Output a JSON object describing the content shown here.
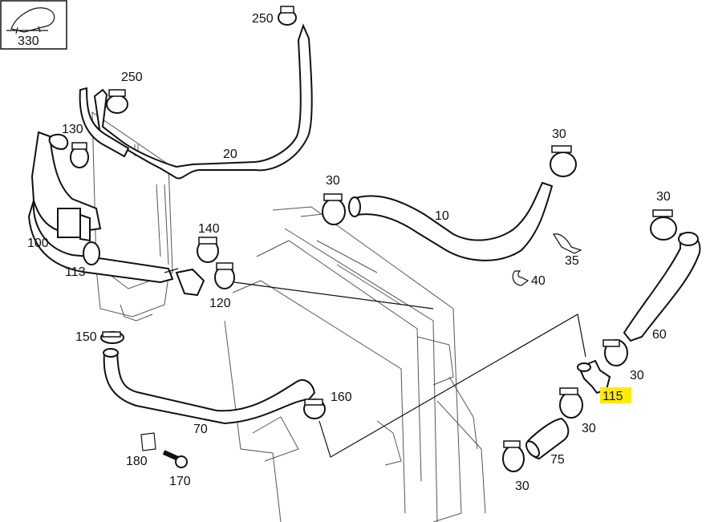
{
  "labels": {
    "330": "330",
    "250_top": "250",
    "250_left": "250",
    "130": "130",
    "20": "20",
    "140": "140",
    "100": "100",
    "113": "113",
    "120": "120",
    "30_a": "30",
    "10": "10",
    "30_b": "30",
    "35": "35",
    "40": "40",
    "30_c": "30",
    "60": "60",
    "30_d": "30",
    "115": "115",
    "150": "150",
    "160": "160",
    "70": "70",
    "30_e": "30",
    "75": "75",
    "30_f": "30",
    "180": "180",
    "170": "170"
  },
  "highlight_color": "#ffeb00"
}
